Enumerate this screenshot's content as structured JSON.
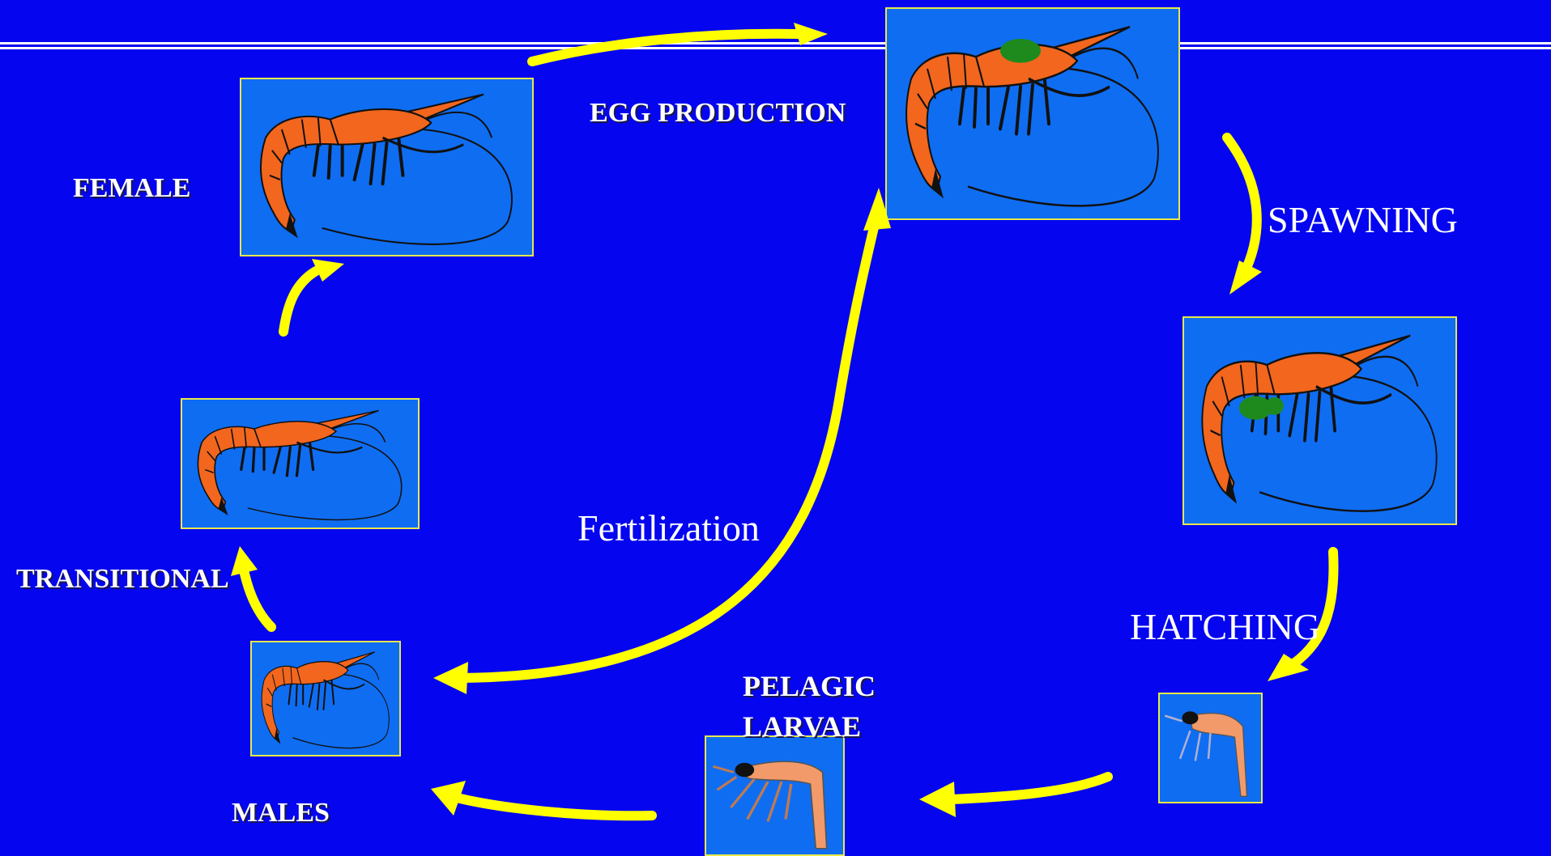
{
  "colors": {
    "background": "#0505f0",
    "frame_fill": "#0f6df2",
    "frame_border": "#e8e84a",
    "arrow": "#ffff00",
    "shrimp_body": "#f2661e",
    "egg_mass": "#1e8a1e"
  },
  "labels": {
    "egg_production": "EGG PRODUCTION",
    "female": "FEMALE",
    "spawning": "SPAWNING",
    "fertilization": "Fertilization",
    "transitional": "TRANSITIONAL",
    "hatching": "HATCHING",
    "pelagic_line1": "PELAGIC",
    "pelagic_line2": "LARVAE",
    "males": "MALES"
  },
  "stages": [
    {
      "id": "female",
      "icon": "adult-shrimp-icon"
    },
    {
      "id": "egg-production",
      "icon": "adult-shrimp-with-ovary-icon"
    },
    {
      "id": "spawning",
      "icon": "berried-shrimp-icon"
    },
    {
      "id": "hatching",
      "icon": "zoea-larva-icon"
    },
    {
      "id": "pelagic-larvae",
      "icon": "larva-icon"
    },
    {
      "id": "males",
      "icon": "small-shrimp-icon"
    },
    {
      "id": "transitional",
      "icon": "medium-shrimp-icon"
    }
  ]
}
